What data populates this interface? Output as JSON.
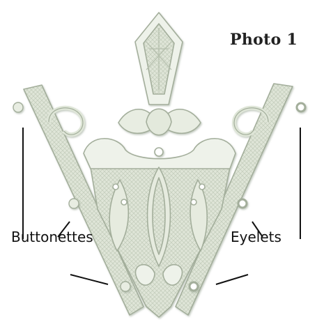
{
  "title": "Photo 1",
  "callouts": {
    "left": "Buttonettes",
    "right": "Eyelets"
  },
  "colors": {
    "lace": "#e9eee3",
    "lace_shadow": "#b9c4b0",
    "lace_stroke": "#9fac98",
    "mesh": "#d6ddd0",
    "leader_lines": "#111111"
  },
  "image_subject": "freestanding-lace-embroidery-crown"
}
